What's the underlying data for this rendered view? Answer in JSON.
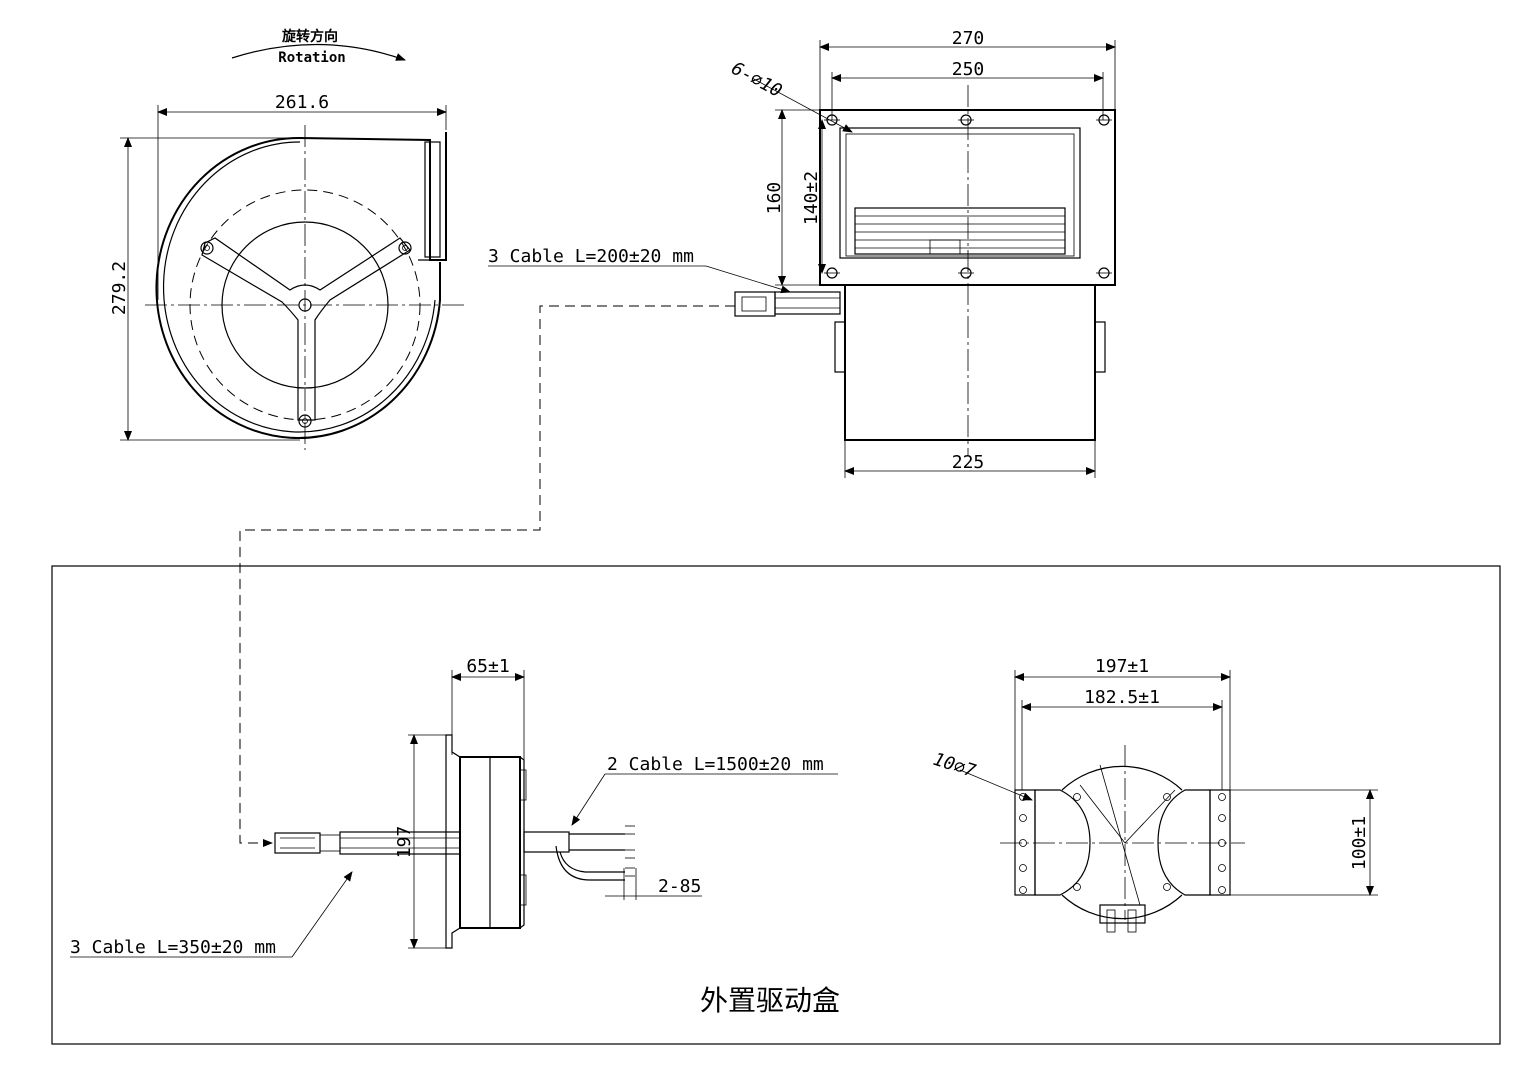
{
  "rotation_cn": "旋转方向",
  "rotation_en": "Rotation",
  "front_view": {
    "width_dim": "261.6",
    "height_dim": "279.2"
  },
  "side_view": {
    "outer_width": "270",
    "hole_pitch": "250",
    "holes_note": "6-⌀10",
    "flange_height": "160",
    "hole_height": "140±2",
    "housing_width": "225",
    "motor_cable": "3 Cable L=200±20 mm"
  },
  "driver_box": {
    "caption": "外置驱动盒",
    "depth": "65±1",
    "height": "197",
    "power_cable": "2 Cable L=1500±20 mm",
    "signal_cable": "3 Cable L=350±20 mm",
    "strip_note": "2-85",
    "plate_width": "197±1",
    "plate_hole_pitch": "182.5±1",
    "plate_holes_note": "10⌀7",
    "plate_height": "100±1"
  }
}
